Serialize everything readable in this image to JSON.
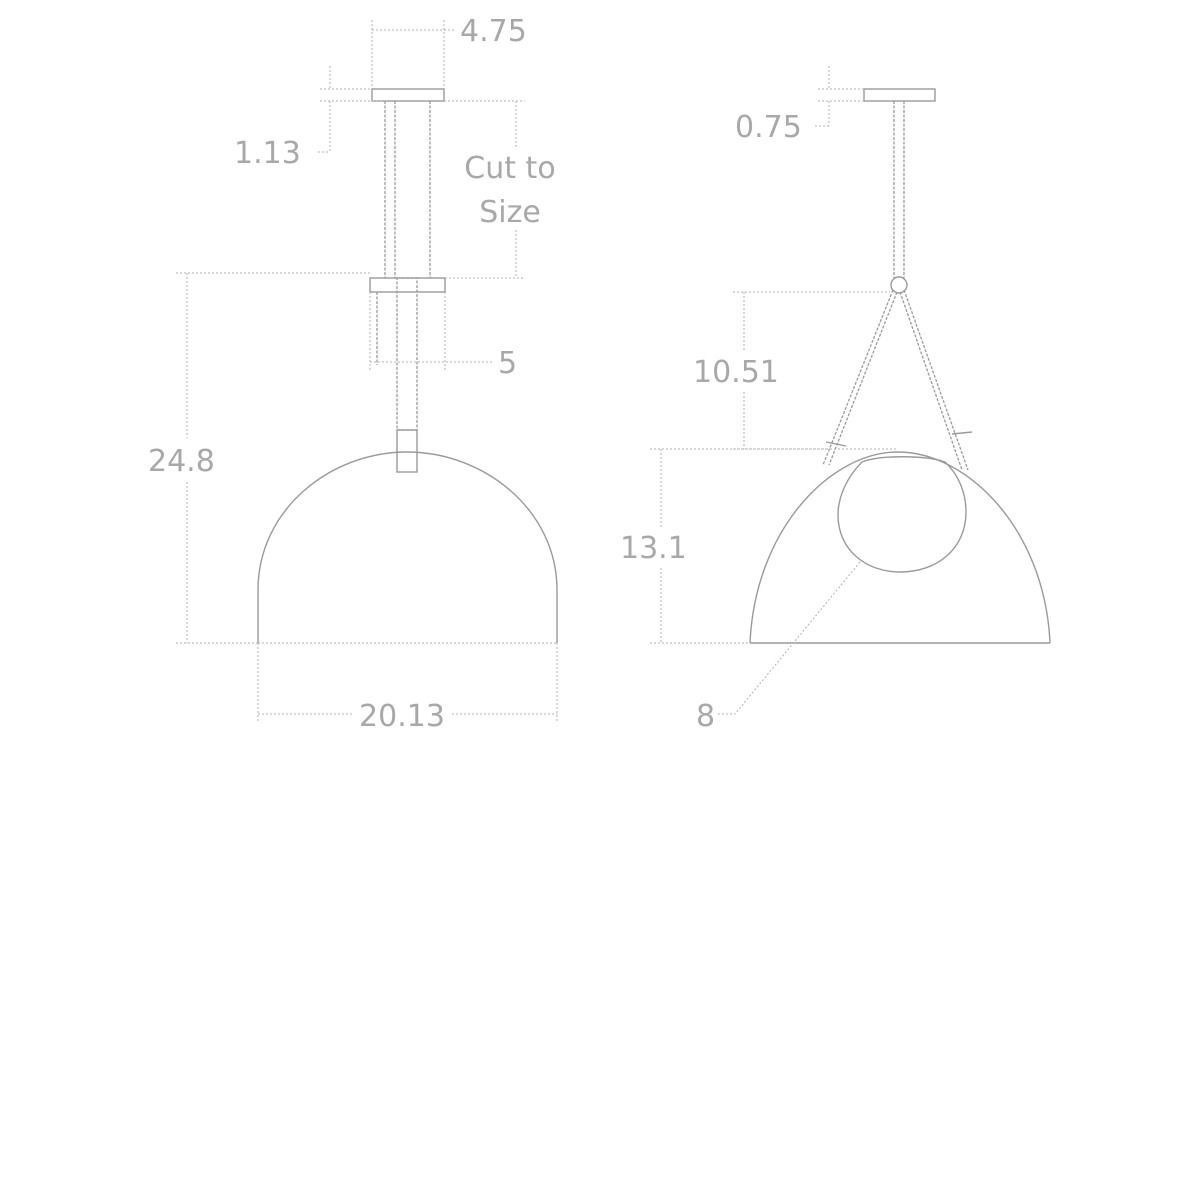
{
  "front_view": {
    "canopy_width": "4.75",
    "canopy_height": "1.13",
    "stem_note_line1": "Cut to",
    "stem_note_line2": "Size",
    "collar_width": "5",
    "overall_height": "24.8",
    "shade_width": "20.13"
  },
  "side_view": {
    "canopy_height": "0.75",
    "chain_drop": "10.51",
    "shade_height": "13.1",
    "opening_diameter": "8"
  }
}
